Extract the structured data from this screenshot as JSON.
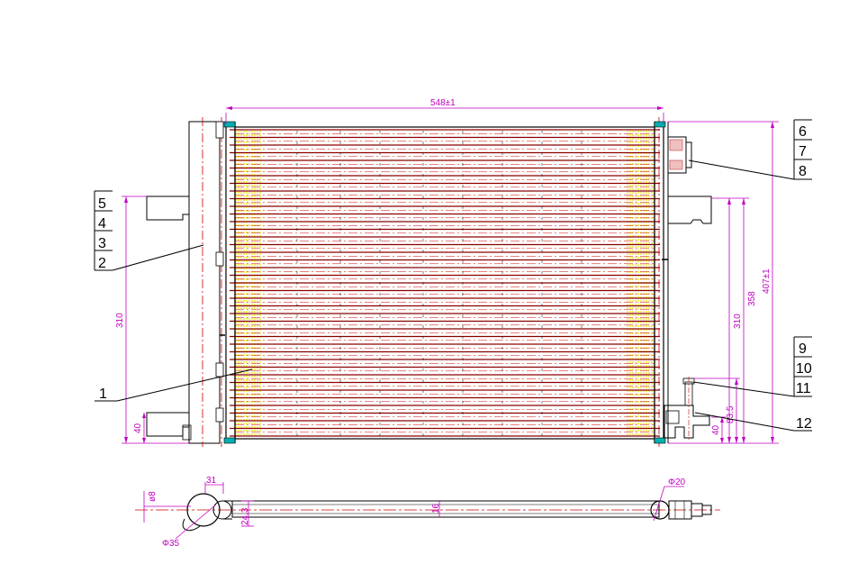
{
  "colors": {
    "outline": "#000000",
    "dimension": "#c000c0",
    "centerline": "#d00000",
    "tube": "#8b0000",
    "fin_hatch": "#e8e000",
    "header_cap": "#00b0b0"
  },
  "dimensions": {
    "overall_width": "548±1",
    "overall_height": "407±1",
    "height_358": "358",
    "height_310_right": "310",
    "height_310_left": "310",
    "height_40_left": "40",
    "height_83_5": "83.5",
    "height_40_right": "40",
    "dia_8": "ø8",
    "dim_31": "31",
    "dia_35": "Φ35",
    "dim_24_3": "24.3",
    "dim_16": "16",
    "dia_20": "Φ20"
  },
  "balloons": {
    "b1": "1",
    "b2": "2",
    "b3": "3",
    "b4": "4",
    "b5": "5",
    "b6": "6",
    "b7": "7",
    "b8": "8",
    "b9": "9",
    "b10": "10",
    "b11": "11",
    "b12": "12"
  }
}
